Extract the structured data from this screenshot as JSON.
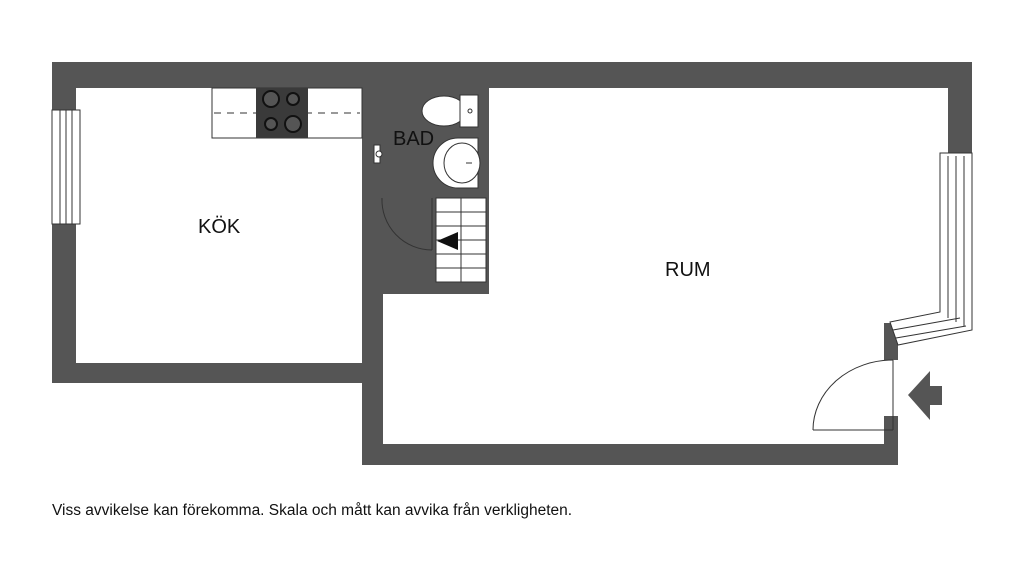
{
  "rooms": {
    "kitchen": "KÖK",
    "bathroom": "BAD",
    "living_room": "RUM"
  },
  "disclaimer": "Viss avvikelse kan förekomma. Skala och mått kan avvika från verkligheten.",
  "colors": {
    "wall": "#555555",
    "line": "#333333",
    "stove": "#3a3a3a",
    "background": "#ffffff"
  },
  "icons": {
    "entrance": "entrance-arrow-icon",
    "stairs": "stairs-direction-arrow-icon"
  }
}
